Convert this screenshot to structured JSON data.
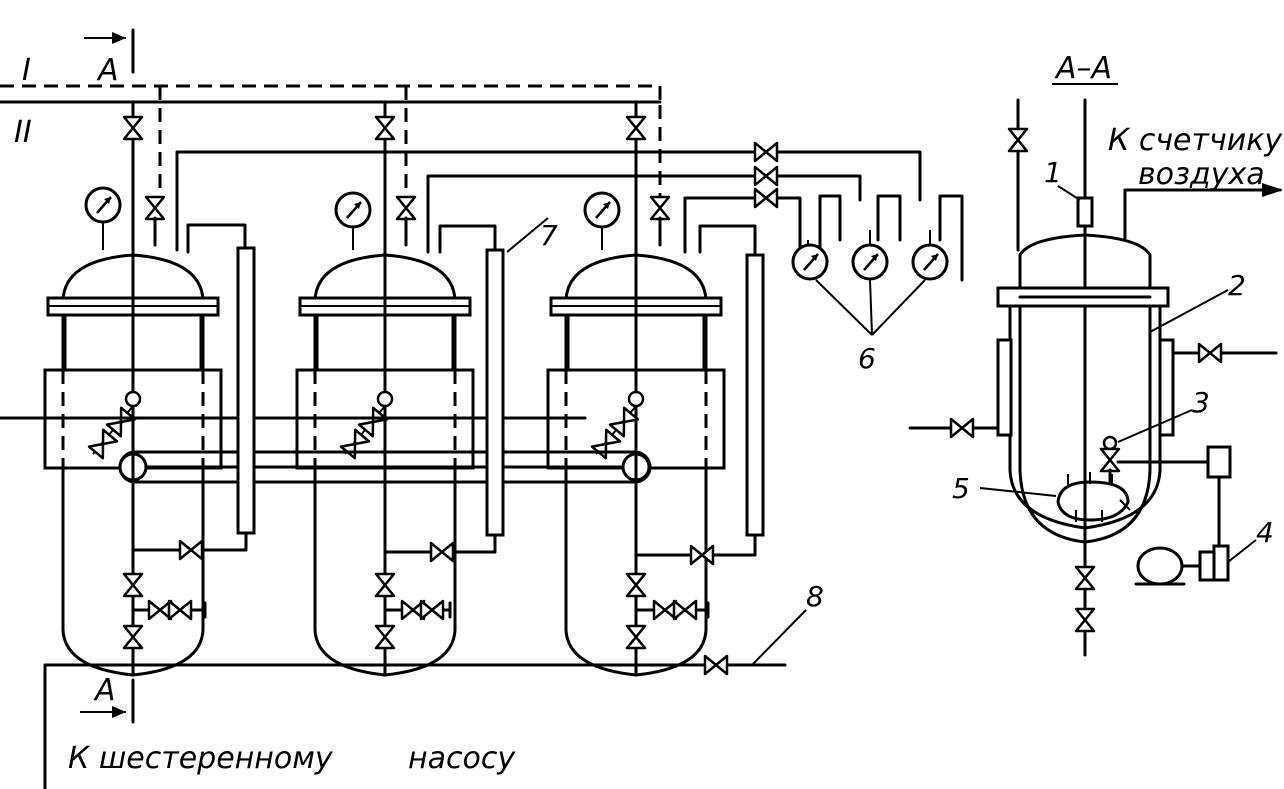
{
  "labels": {
    "line_i": "I",
    "line_ii": "II",
    "section_a_top": "A",
    "section_a_bottom": "A",
    "section_title": "A–A",
    "to_air_counter_1": "К счетчику",
    "to_air_counter_2": "воздуха",
    "to_gear_pump_1": "К шестеренному",
    "to_gear_pump_2": "насосу"
  },
  "callouts": {
    "n1": "1",
    "n2": "2",
    "n3": "3",
    "n4": "4",
    "n5": "5",
    "n6": "6",
    "n7": "7",
    "n8": "8"
  }
}
